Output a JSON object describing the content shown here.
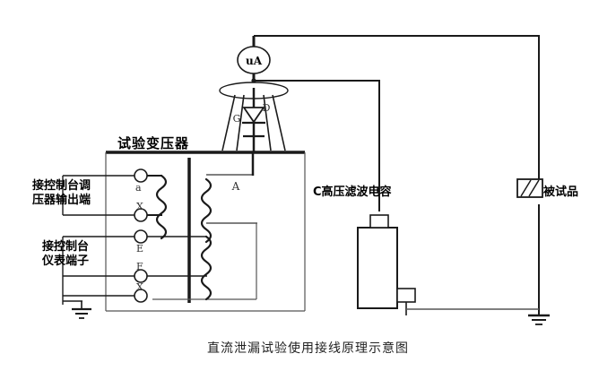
{
  "diagram": {
    "title_caption": "直流泄漏试验使用接线原理示意图",
    "transformer_label": "试验变压器",
    "capacitor_label": "C高压滤波电容",
    "test_object_label": "被试品",
    "meter_label": "uA",
    "silicon_stack_label": "G",
    "diode_label": "D",
    "secondary_winding_label": "A",
    "left_label_top": "接控制台调\n压器输出端",
    "left_label_bottom": "接控制台\n仪表端子",
    "terminals": [
      {
        "id": "a",
        "letter": "a"
      },
      {
        "id": "X1",
        "letter": "X"
      },
      {
        "id": "E",
        "letter": "E"
      },
      {
        "id": "F",
        "letter": "F"
      },
      {
        "id": "X2",
        "letter": "X"
      }
    ],
    "colors": {
      "wire": "#1a1a1a",
      "thin_wire": "#555555",
      "text": "#000000",
      "caption": "#222222",
      "background": "#ffffff"
    }
  }
}
